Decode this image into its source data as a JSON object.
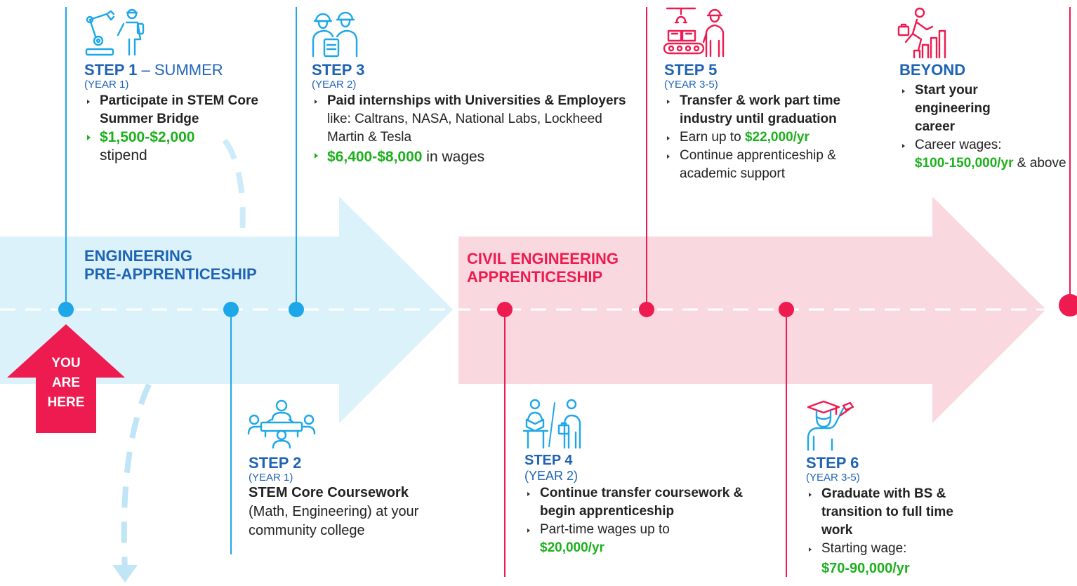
{
  "colors": {
    "blue": "#1f63b5",
    "light_blue": "#1ea7e8",
    "pink": "#ee1b50",
    "green": "#1db01d",
    "blue_band": "#dbf2fb",
    "pink_band": "#f9d9df"
  },
  "you_are_here": {
    "line1": "YOU",
    "line2": "ARE",
    "line3": "HERE"
  },
  "bands": {
    "pre": {
      "line1": "ENGINEERING",
      "line2": "PRE-APPRENTICESHIP"
    },
    "civil": {
      "line1": "CIVIL ENGINEERING",
      "line2": "APPRENTICESHIP"
    }
  },
  "steps": {
    "step1": {
      "title": "STEP 1",
      "suffix": " – SUMMER",
      "year": "(YEAR 1)",
      "b1": "Participate in STEM Core Summer Bridge",
      "b2_amount": "$1,500-$2,000",
      "b2_rest": "stipend"
    },
    "step2": {
      "title": "STEP 2",
      "year": "(YEAR 1)",
      "bold": "STEM Core Coursework",
      "rest": "(Math, Engineering) at your community college"
    },
    "step3": {
      "title": "STEP 3",
      "year": "(YEAR 2)",
      "b1_bold": "Paid internships with Universities & Employers",
      "b1_rest": " like: Caltrans, NASA, National Labs, Lockheed Martin & Tesla",
      "b2_amount": "$6,400-$8,000",
      "b2_rest": " in wages"
    },
    "step4": {
      "title": "STEP 4",
      "year": "(YEAR 2)",
      "b1": "Continue transfer coursework & begin apprenticeship",
      "b2_text": "Part-time wages up to",
      "b2_amount": "$20,000/yr"
    },
    "step5": {
      "title": "STEP 5",
      "year": "(YEAR 3-5)",
      "b1": "Transfer & work part time industry until graduation",
      "b2_text": "Earn up to ",
      "b2_amount": "$22,000/yr",
      "b3": "Continue apprenticeship & academic support"
    },
    "step6": {
      "title": "STEP 6",
      "year": "(YEAR 3-5)",
      "b1": "Graduate with BS & transition to full time work",
      "b2_text": "Starting wage:",
      "b2_amount": "$70-90,000/yr"
    },
    "beyond": {
      "title": "BEYOND",
      "b1": "Start your engineering career",
      "b2_text": "Career wages:",
      "b2_amount": "$100-150,000/yr",
      "b2_rest": " & above"
    }
  },
  "icons": [
    "robot-arm-worker-icon",
    "engineers-clipboard-icon",
    "conveyor-worker-icon",
    "career-growth-icon",
    "team-meeting-icon",
    "study-to-work-icon",
    "graduate-icon"
  ]
}
